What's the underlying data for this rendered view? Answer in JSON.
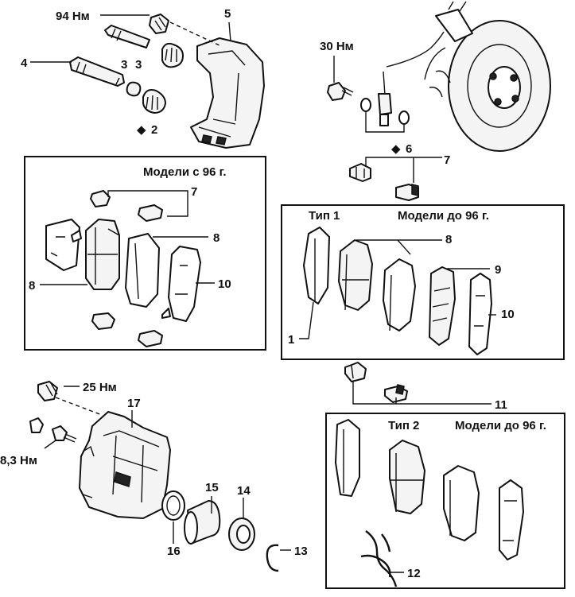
{
  "torques": {
    "t94": "94 Нм",
    "t30": "30 Нм",
    "t25": "25 Нм",
    "t8_3": "8,3 Нм"
  },
  "part_numbers": {
    "p1": "1",
    "p2": "2",
    "p3": "3",
    "p4": "4",
    "p5": "5",
    "p6": "6",
    "p7a": "7",
    "p7b": "7",
    "p8a": "8",
    "p8b": "8",
    "p8c": "8",
    "p9": "9",
    "p10a": "10",
    "p10b": "10",
    "p11": "11",
    "p12": "12",
    "p13": "13",
    "p14": "14",
    "p15": "15",
    "p16": "16",
    "p17": "17"
  },
  "boxes": {
    "box_96_plus": {
      "title": "Модели с 96 г."
    },
    "box_type1": {
      "type_label": "Тип 1",
      "title": "Модели до 96 г."
    },
    "box_type2": {
      "type_label": "Тип 2",
      "title": "Модели до 96 г."
    }
  },
  "colors": {
    "ink": "#111111",
    "paper": "#ffffff",
    "fill": "#f4f4f4"
  }
}
